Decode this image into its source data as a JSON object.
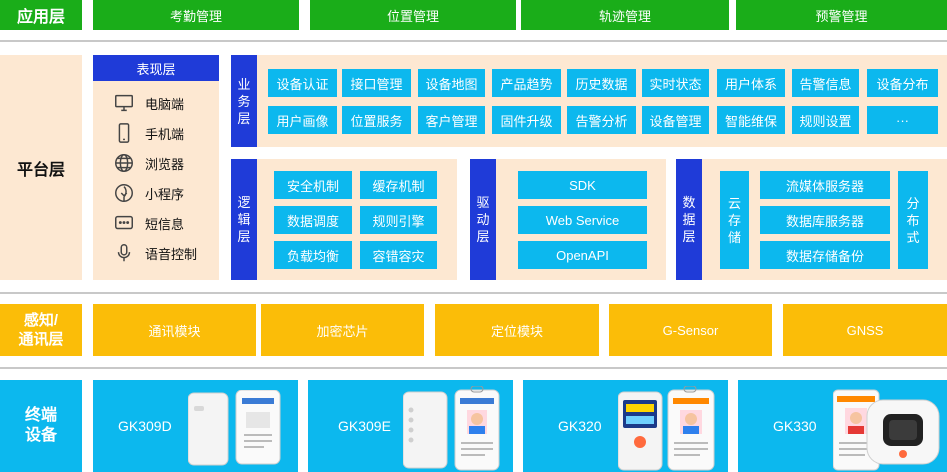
{
  "app_layer": {
    "label": "应用层",
    "items": [
      "考勤管理",
      "位置管理",
      "轨迹管理",
      "预警管理"
    ]
  },
  "platform_layer": {
    "label": "平台层",
    "presentation": {
      "title": "表现层",
      "items": [
        {
          "label": "电脑端",
          "icon": "monitor-icon"
        },
        {
          "label": "手机端",
          "icon": "phone-icon"
        },
        {
          "label": "浏览器",
          "icon": "globe-icon"
        },
        {
          "label": "小程序",
          "icon": "mini-program-icon"
        },
        {
          "label": "短信息",
          "icon": "message-icon"
        },
        {
          "label": "语音控制",
          "icon": "microphone-icon"
        }
      ]
    },
    "business": {
      "title": [
        "业",
        "务",
        "层"
      ],
      "row1": [
        "设备认证",
        "接口管理",
        "设备地图",
        "产品趋势",
        "历史数据",
        "实时状态",
        "用户体系",
        "告警信息",
        "设备分布"
      ],
      "row2": [
        "用户画像",
        "位置服务",
        "客户管理",
        "固件升级",
        "告警分析",
        "设备管理",
        "智能维保",
        "规则设置",
        "···"
      ]
    },
    "logic": {
      "title": [
        "逻",
        "辑",
        "层"
      ],
      "items": [
        "安全机制",
        "缓存机制",
        "数据调度",
        "规则引擎",
        "负载均衡",
        "容错容灾"
      ]
    },
    "driver": {
      "title": [
        "驱",
        "动",
        "层"
      ],
      "items": [
        "SDK",
        "Web Service",
        "OpenAPI"
      ]
    },
    "data": {
      "title": [
        "数",
        "据",
        "层"
      ],
      "cloud": [
        "云",
        "存",
        "储"
      ],
      "items": [
        "流媒体服务器",
        "数据库服务器",
        "数据存储备份"
      ],
      "distributed": [
        "分",
        "布",
        "式"
      ]
    }
  },
  "sensing_layer": {
    "label": [
      "感知/",
      "通讯层"
    ],
    "items": [
      "通讯模块",
      "加密芯片",
      "定位模块",
      "G-Sensor",
      "GNSS"
    ]
  },
  "terminal_layer": {
    "label": [
      "终端",
      "设备"
    ],
    "devices": [
      "GK309D",
      "GK309E",
      "GK320",
      "GK330"
    ]
  },
  "colors": {
    "green": "#1aad19",
    "navy": "#1f3bd8",
    "cyan": "#0cb8ee",
    "yellow": "#fbbd08",
    "cream": "#fde8d2"
  }
}
